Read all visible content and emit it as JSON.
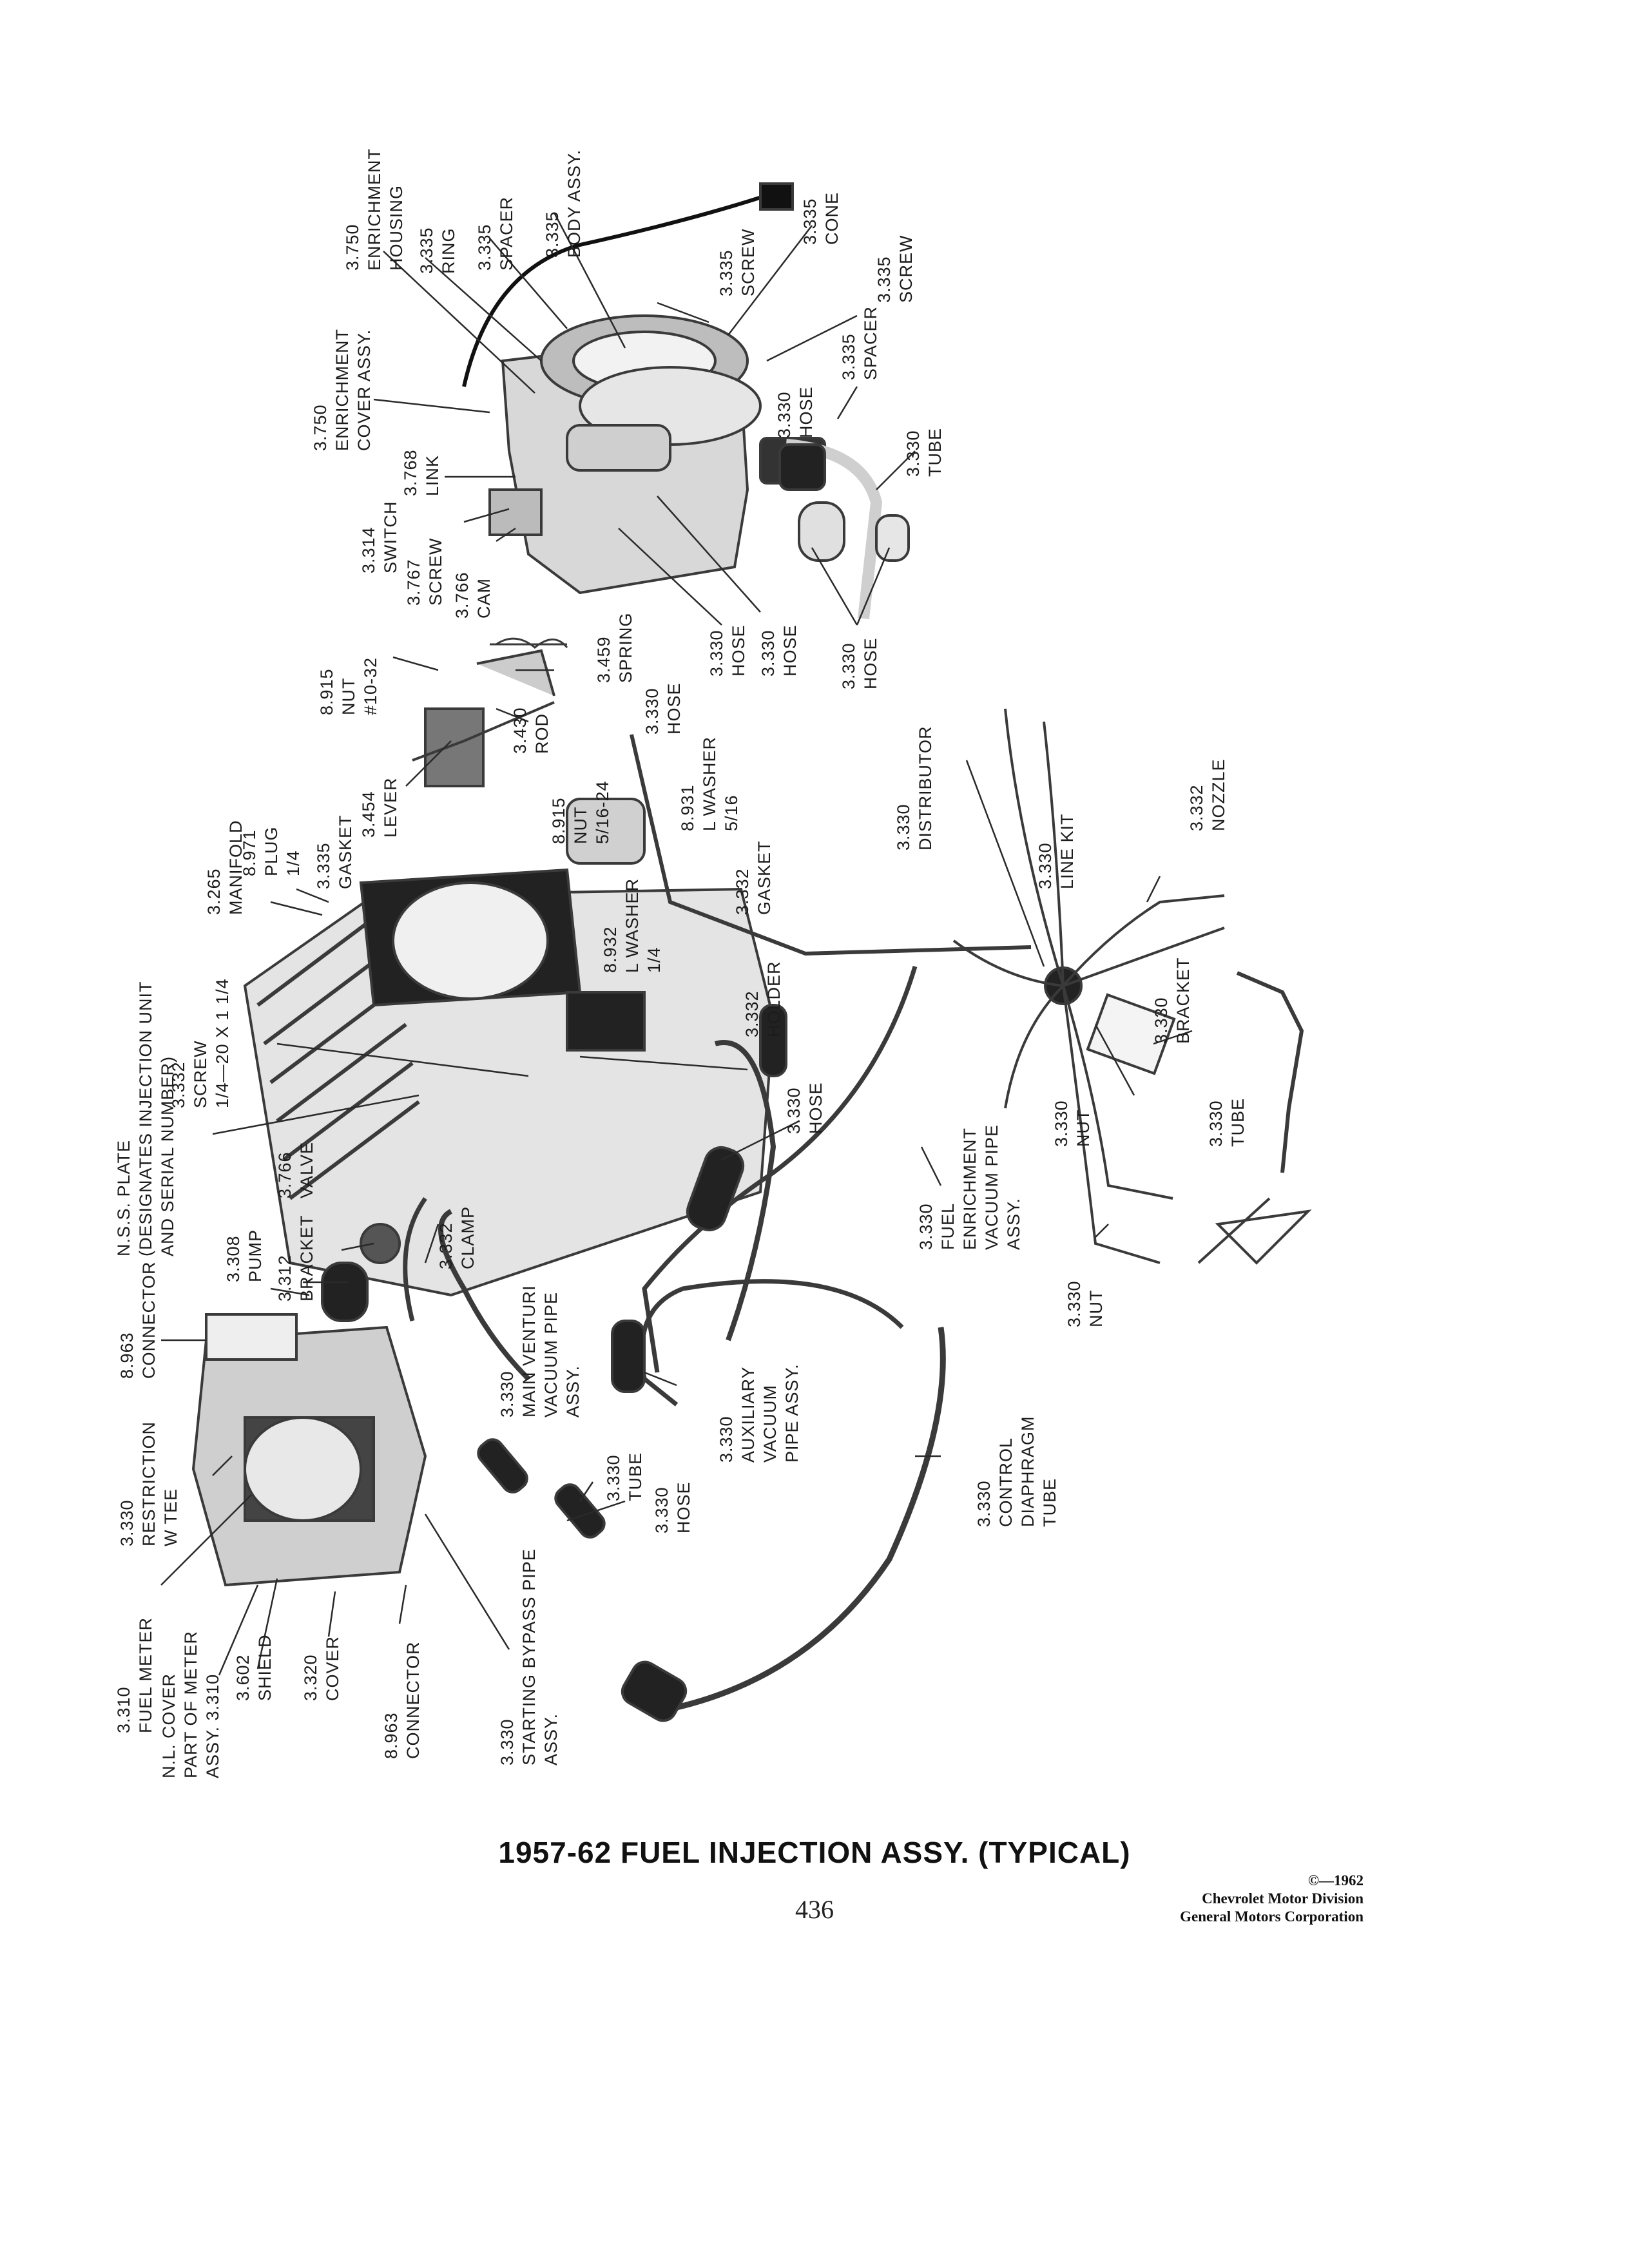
{
  "title": "1957-62 FUEL INJECTION ASSY. (TYPICAL)",
  "page_number": "436",
  "copyright": {
    "line1": "©—1962",
    "line2": "Chevrolet Motor Division",
    "line3": "General Motors Corporation"
  },
  "labels": [
    {
      "id": "enrichment-housing",
      "text": "3.750\nENRICHMENT\nHOUSING"
    },
    {
      "id": "ring",
      "text": "3.335\nRING"
    },
    {
      "id": "spacer-top",
      "text": "3.335\nSPACER"
    },
    {
      "id": "body-assy",
      "text": "3.335\nBODY ASSY."
    },
    {
      "id": "screw-top",
      "text": "3.335\nSCREW"
    },
    {
      "id": "cone",
      "text": "3.335\nCONE"
    },
    {
      "id": "screw-right",
      "text": "3.335\nSCREW"
    },
    {
      "id": "spacer-right",
      "text": "3.335\nSPACER"
    },
    {
      "id": "hose-top",
      "text": "3.330\nHOSE"
    },
    {
      "id": "tube-top",
      "text": "3.330\nTUBE"
    },
    {
      "id": "enrichment-cover",
      "text": "3.750\nENRICHMENT\nCOVER ASSY."
    },
    {
      "id": "link",
      "text": "3.768\nLINK"
    },
    {
      "id": "switch",
      "text": "3.314\nSWITCH"
    },
    {
      "id": "screw-767",
      "text": "3.767\nSCREW"
    },
    {
      "id": "cam",
      "text": "3.766\nCAM"
    },
    {
      "id": "hose-a",
      "text": "3.330\nHOSE"
    },
    {
      "id": "hose-b",
      "text": "3.330\nHOSE"
    },
    {
      "id": "hose-c",
      "text": "3.330\nHOSE"
    },
    {
      "id": "nut-1032",
      "text": "8.915\nNUT\n#10-32"
    },
    {
      "id": "spring",
      "text": "3.459\nSPRING"
    },
    {
      "id": "rod",
      "text": "3.430\nROD"
    },
    {
      "id": "hose-d",
      "text": "3.330\nHOSE"
    },
    {
      "id": "lever",
      "text": "3.454\nLEVER"
    },
    {
      "id": "nut-516",
      "text": "8.915\nNUT\n5/16-24"
    },
    {
      "id": "lwasher-516",
      "text": "8.931\nL WASHER\n5/16"
    },
    {
      "id": "manifold",
      "text": "3.265\nMANIFOLD"
    },
    {
      "id": "plug",
      "text": "8.971\nPLUG\n1/4"
    },
    {
      "id": "gasket-335",
      "text": "3.335\nGASKET"
    },
    {
      "id": "lwasher-14",
      "text": "8.932\nL WASHER\n1/4"
    },
    {
      "id": "gasket-332",
      "text": "3.332\nGASKET"
    },
    {
      "id": "holder",
      "text": "3.332\nHOLDER"
    },
    {
      "id": "distributor",
      "text": "3.330\nDISTRIBUTOR"
    },
    {
      "id": "line-kit",
      "text": "3.330\nLINE KIT"
    },
    {
      "id": "nozzle",
      "text": "3.332\nNOZZLE"
    },
    {
      "id": "bracket-330",
      "text": "3.330\nBRACKET"
    },
    {
      "id": "nut-330a",
      "text": "3.330\nNUT"
    },
    {
      "id": "tube-right",
      "text": "3.330\nTUBE"
    },
    {
      "id": "nss-plate",
      "text": "N.S.S. PLATE\n(DESIGNATES INJECTION UNIT\nAND SERIAL NUMBER)"
    },
    {
      "id": "screw-332",
      "text": "3.332\nSCREW\n1/4—20 x 1 1/4"
    },
    {
      "id": "hose-mid",
      "text": "3.330\nHOSE"
    },
    {
      "id": "fuel-enrichment",
      "text": "3.330\nFUEL\nENRICHMENT\nVACUUM PIPE\nASSY."
    },
    {
      "id": "nut-330b",
      "text": "3.330\nNUT"
    },
    {
      "id": "valve",
      "text": "3.766\nVALVE"
    },
    {
      "id": "pump",
      "text": "3.308\nPUMP"
    },
    {
      "id": "bracket-312",
      "text": "3.312\nBRACKET"
    },
    {
      "id": "clamp",
      "text": "3.332\nCLAMP"
    },
    {
      "id": "connector-963",
      "text": "8.963\nCONNECTOR"
    },
    {
      "id": "restriction",
      "text": "3.330\nRESTRICTION\nW TEE"
    },
    {
      "id": "main-venturi",
      "text": "3.330\nMAIN VENTURI\nVACUUM PIPE\nASSY."
    },
    {
      "id": "aux-vacuum",
      "text": "3.330\nAUXILIARY\nVACUUM\nPIPE ASSY."
    },
    {
      "id": "control-diaphragm",
      "text": "3.330\nCONTROL\nDIAPHRAGM\nTUBE"
    },
    {
      "id": "tube-bottom",
      "text": "3.330\nTUBE"
    },
    {
      "id": "hose-bottom",
      "text": "3.330\nHOSE"
    },
    {
      "id": "fuel-meter",
      "text": "3.310\nFUEL METER"
    },
    {
      "id": "nl-cover",
      "text": "N.L. COVER\nPART OF METER\nASSY. 3.310"
    },
    {
      "id": "shield",
      "text": "3.602\nSHIELD"
    },
    {
      "id": "cover-320",
      "text": "3.320\nCOVER"
    },
    {
      "id": "connector-bottom",
      "text": "8.963\nCONNECTOR"
    },
    {
      "id": "starting-bypass",
      "text": "3.330\nSTARTING BYPASS PIPE\nASSY."
    }
  ]
}
